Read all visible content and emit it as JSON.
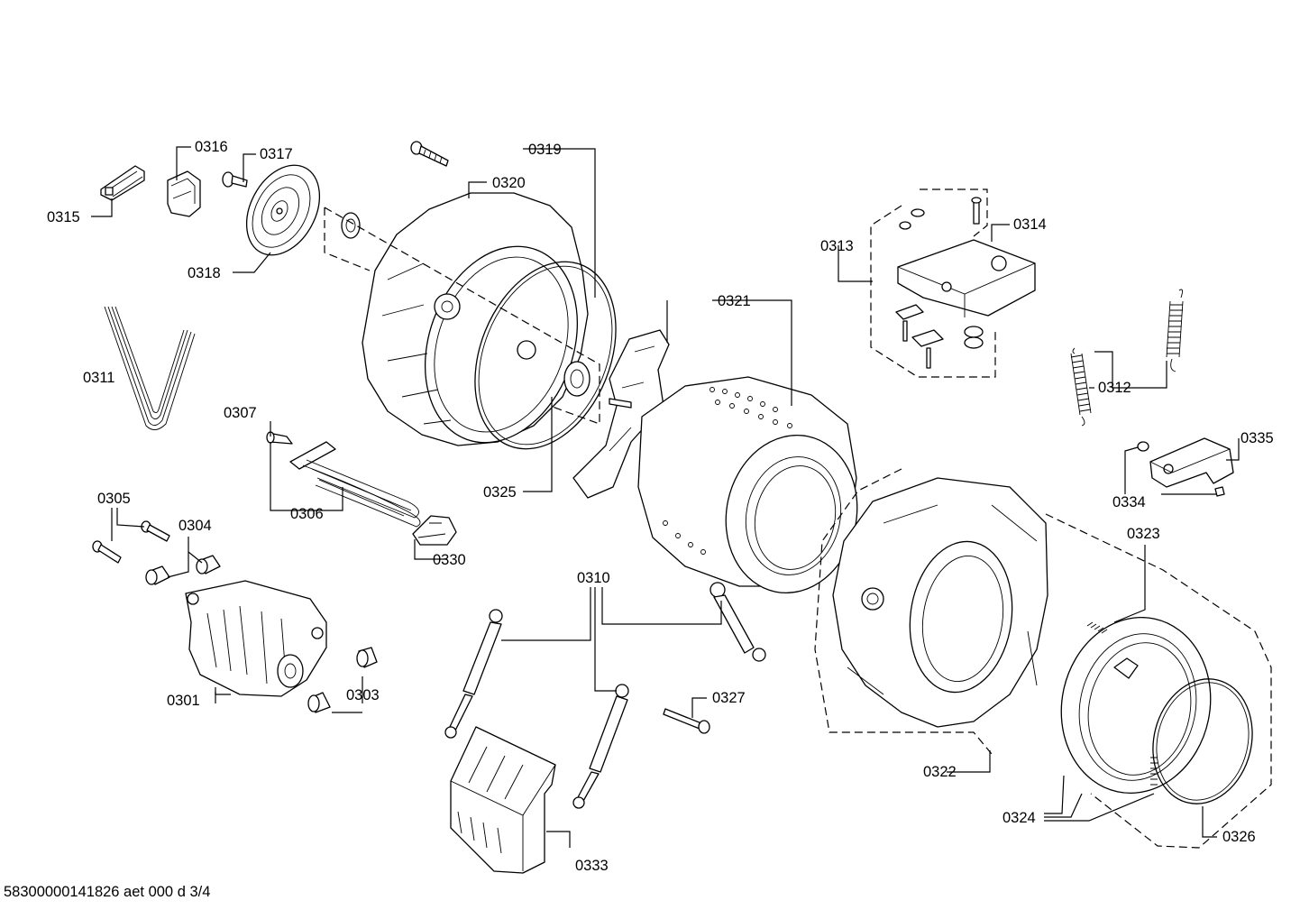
{
  "labels": {
    "p0301": "0301",
    "p0303": "0303",
    "p0304": "0304",
    "p0305": "0305",
    "p0306": "0306",
    "p0307": "0307",
    "p0310": "0310",
    "p0311": "0311",
    "p0312": "0312",
    "p0313": "0313",
    "p0314": "0314",
    "p0315": "0315",
    "p0316": "0316",
    "p0317": "0317",
    "p0318": "0318",
    "p0319": "0319",
    "p0320": "0320",
    "p0321": "0321",
    "p0322": "0322",
    "p0323": "0323",
    "p0324": "0324",
    "p0325": "0325",
    "p0326": "0326",
    "p0327": "0327",
    "p0330": "0330",
    "p0333": "0333",
    "p0334": "0334",
    "p0335": "0335"
  },
  "footer": "58300000141826 aet 000 d 3/4"
}
